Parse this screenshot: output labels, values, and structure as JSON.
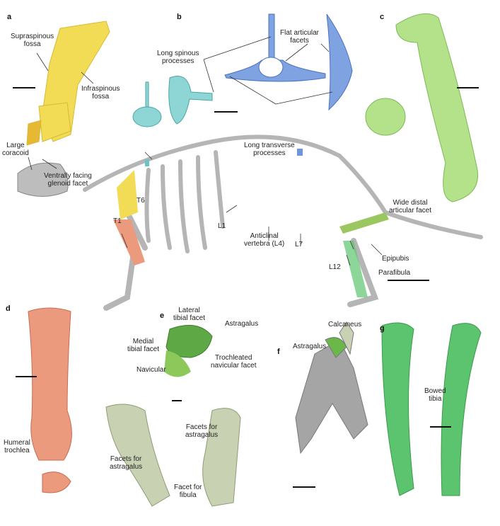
{
  "panels": {
    "a": "a",
    "b": "b",
    "c": "c",
    "d": "d",
    "e": "e",
    "f": "f",
    "g": "g"
  },
  "labels": {
    "supraspinous": [
      "Supraspinous",
      "fossa"
    ],
    "infraspinous": [
      "Infraspinous",
      "fossa"
    ],
    "coracoid": [
      "Large",
      "coracoid"
    ],
    "glenoid": [
      "Ventrally facing",
      "glenoid facet"
    ],
    "spinous": [
      "Long spinous",
      "processes"
    ],
    "flat_facets": [
      "Flat articular",
      "facets"
    ],
    "transverse": [
      "Long transverse",
      "processes"
    ],
    "wide_distal": [
      "Wide distal",
      "articular facet"
    ],
    "t6": "T6",
    "t1": "T1",
    "l1": "L1",
    "anticlinal": [
      "Anticlinal",
      "vertebra (L4)"
    ],
    "l7": "L7",
    "l12": "L12",
    "epipubis": "Epipubis",
    "parafibula": "Parafibula",
    "humeral_trochlea": [
      "Humeral",
      "trochlea"
    ],
    "lateral_tibial": [
      "Lateral",
      "tibial facet"
    ],
    "astragalus_e": "Astragalus",
    "medial_tibial": [
      "Medial",
      "tibial facet"
    ],
    "navicular": "Navicular",
    "trochleated": [
      "Trochleated",
      "navicular facet"
    ],
    "facets_astragalus_right": [
      "Facets for",
      "astragalus"
    ],
    "facets_astragalus_left": [
      "Facets for",
      "astragalus"
    ],
    "facet_fibula": [
      "Facet for",
      "fibula"
    ],
    "calcaneus": "Calcaneus",
    "astragalus_f": "Astragalus",
    "bowed_tibia": [
      "Bowed",
      "tibia"
    ]
  },
  "colors": {
    "scapula": "#f2dc55",
    "vertebra_teal": "#6cc4c4",
    "vertebra_blue": "#6d95d8",
    "femur_green": "#a8dc7a",
    "humerus": "#ec9a7e",
    "tibia": "#5cc46e",
    "skeleton": "#b5b5b5",
    "ankle": "#c9d1b3"
  }
}
